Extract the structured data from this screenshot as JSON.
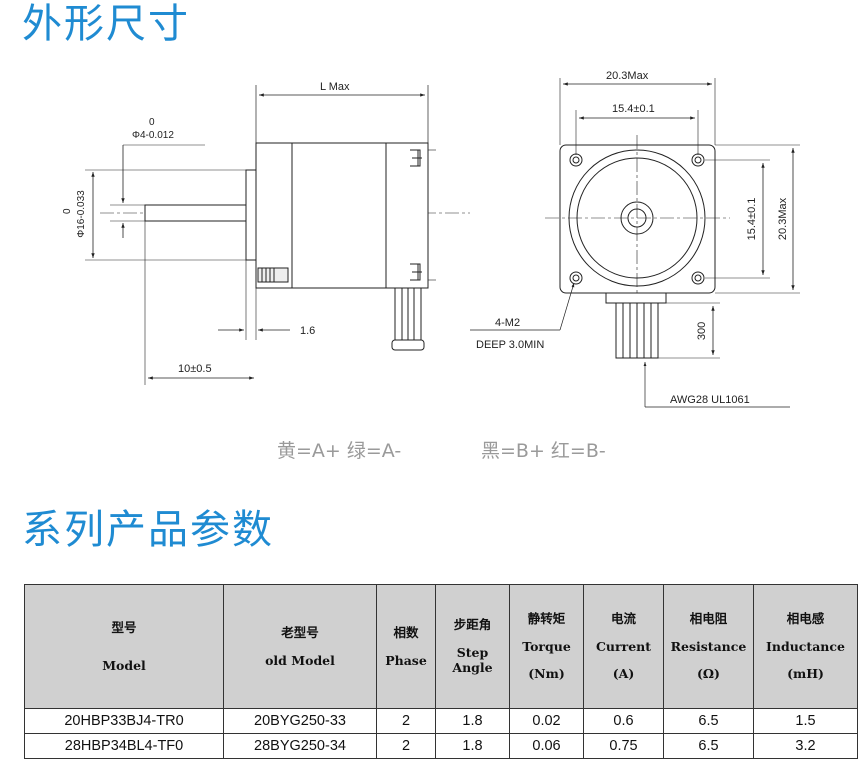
{
  "titles": {
    "dimensions": "外形尺寸",
    "parameters": "系列产品参数"
  },
  "drawing": {
    "dim_L": "L Max",
    "shaft_tol_top": "0",
    "shaft_dia": "Φ4-0.012",
    "pilot_tol_top": "0",
    "pilot_dia": "Φ16-0.033",
    "dim_1_6": "1.6",
    "dim_10": "10±0.5",
    "dim_20_3_top": "20.3Max",
    "dim_15_4_top": "15.4±0.1",
    "dim_15_4_side": "15.4±0.1",
    "dim_20_3_side": "20.3Max",
    "dim_300": "300",
    "hole_spec": "4-M2",
    "hole_depth": "DEEP 3.0MIN",
    "wire_spec": "AWG28 UL1061"
  },
  "wiring": {
    "pair_a": "黄=A+  绿=A-",
    "pair_b": "黑=B+  红=B-"
  },
  "table": {
    "headers": [
      {
        "cn": "型号",
        "en": "Model",
        "unit": ""
      },
      {
        "cn": "老型号",
        "en": "old Model",
        "unit": ""
      },
      {
        "cn": "相数",
        "en": "Phase",
        "unit": ""
      },
      {
        "cn": "步距角",
        "en": "Step Angle",
        "unit": ""
      },
      {
        "cn": "静转矩",
        "en": "Torque",
        "unit": "(Nm)"
      },
      {
        "cn": "电流",
        "en": "Current",
        "unit": "(A)"
      },
      {
        "cn": "相电阻",
        "en": "Resistance",
        "unit": "(Ω)"
      },
      {
        "cn": "相电感",
        "en": "Inductance",
        "unit": "(mH)"
      }
    ],
    "rows": [
      [
        "20HBP33BJ4-TR0",
        "20BYG250-33",
        "2",
        "1.8",
        "0.02",
        "0.6",
        "6.5",
        "1.5"
      ],
      [
        "28HBP34BL4-TF0",
        "28BYG250-34",
        "2",
        "1.8",
        "0.06",
        "0.75",
        "6.5",
        "3.2"
      ]
    ]
  }
}
